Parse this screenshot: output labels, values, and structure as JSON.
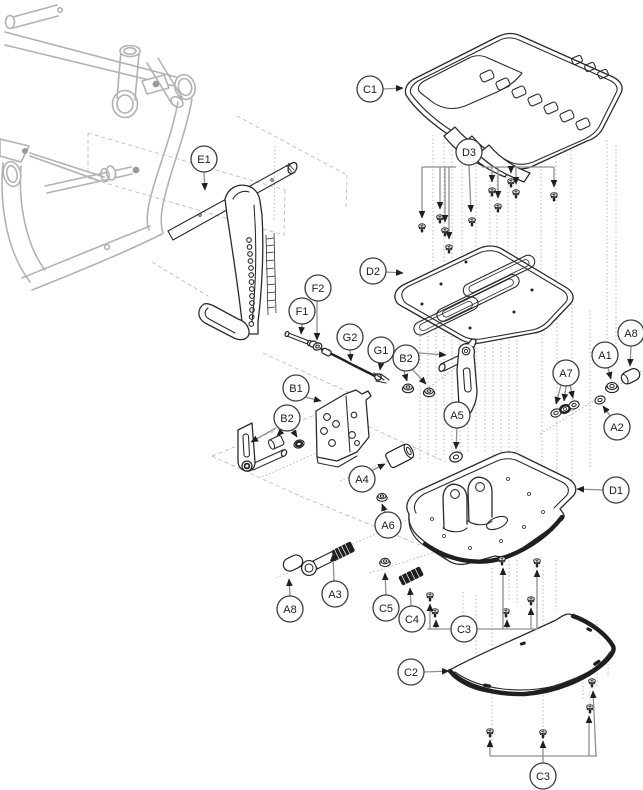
{
  "figure": {
    "background": "#ffffff",
    "style": {
      "line_color": "#2b2b2b",
      "frame_color": "#b2b2b2",
      "leader_color": "#8f8f8f",
      "guide_color": "#a8a8a8",
      "callout_fill": "#ffffff",
      "callout_text_color": "#1c1c1c"
    }
  },
  "callouts": [
    {
      "label": "E1"
    },
    {
      "label": "C1"
    },
    {
      "label": "D3"
    },
    {
      "label": "D2"
    },
    {
      "label": "F2"
    },
    {
      "label": "F1"
    },
    {
      "label": "G2"
    },
    {
      "label": "G1"
    },
    {
      "label": "B2"
    },
    {
      "label": "A8"
    },
    {
      "label": "A1"
    },
    {
      "label": "A7"
    },
    {
      "label": "A2"
    },
    {
      "label": "B1"
    },
    {
      "label": "B2"
    },
    {
      "label": "A5"
    },
    {
      "label": "A4"
    },
    {
      "label": "D1"
    },
    {
      "label": "A6"
    },
    {
      "label": "A3"
    },
    {
      "label": "A8"
    },
    {
      "label": "C5"
    },
    {
      "label": "C4"
    },
    {
      "label": "C3"
    },
    {
      "label": "C2"
    },
    {
      "label": "C3"
    }
  ]
}
